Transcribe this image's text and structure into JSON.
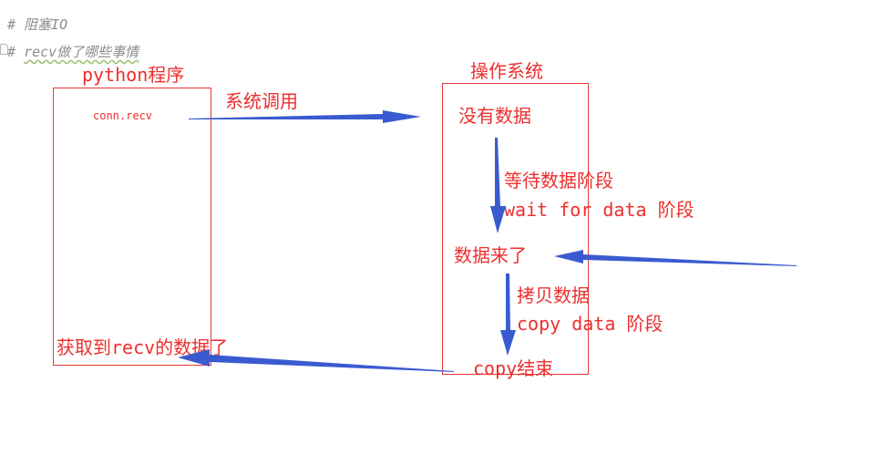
{
  "editor": {
    "comment_1": "# 阻塞IO",
    "comment_2_hash": "# ",
    "comment_2_text": "recv做了哪些事情"
  },
  "diagram": {
    "python_box": {
      "title": "python程序",
      "call": "conn.recv",
      "result": "获取到recv的数据了"
    },
    "os_box": {
      "title": "操作系统",
      "no_data": "没有数据",
      "data_arrived": "数据来了",
      "copy_done": "copy结束"
    },
    "system_call_label": "系统调用",
    "wait_phase_cn": "等待数据阶段",
    "wait_phase_en": "wait for data 阶段",
    "copy_phase_cn": "拷贝数据",
    "copy_phase_en": "copy data 阶段"
  },
  "colors": {
    "box_border": "#e53935",
    "text_red": "#ee2e2e",
    "arrow_blue": "#3a5bd0",
    "comment_gray": "#8c8c8c"
  }
}
